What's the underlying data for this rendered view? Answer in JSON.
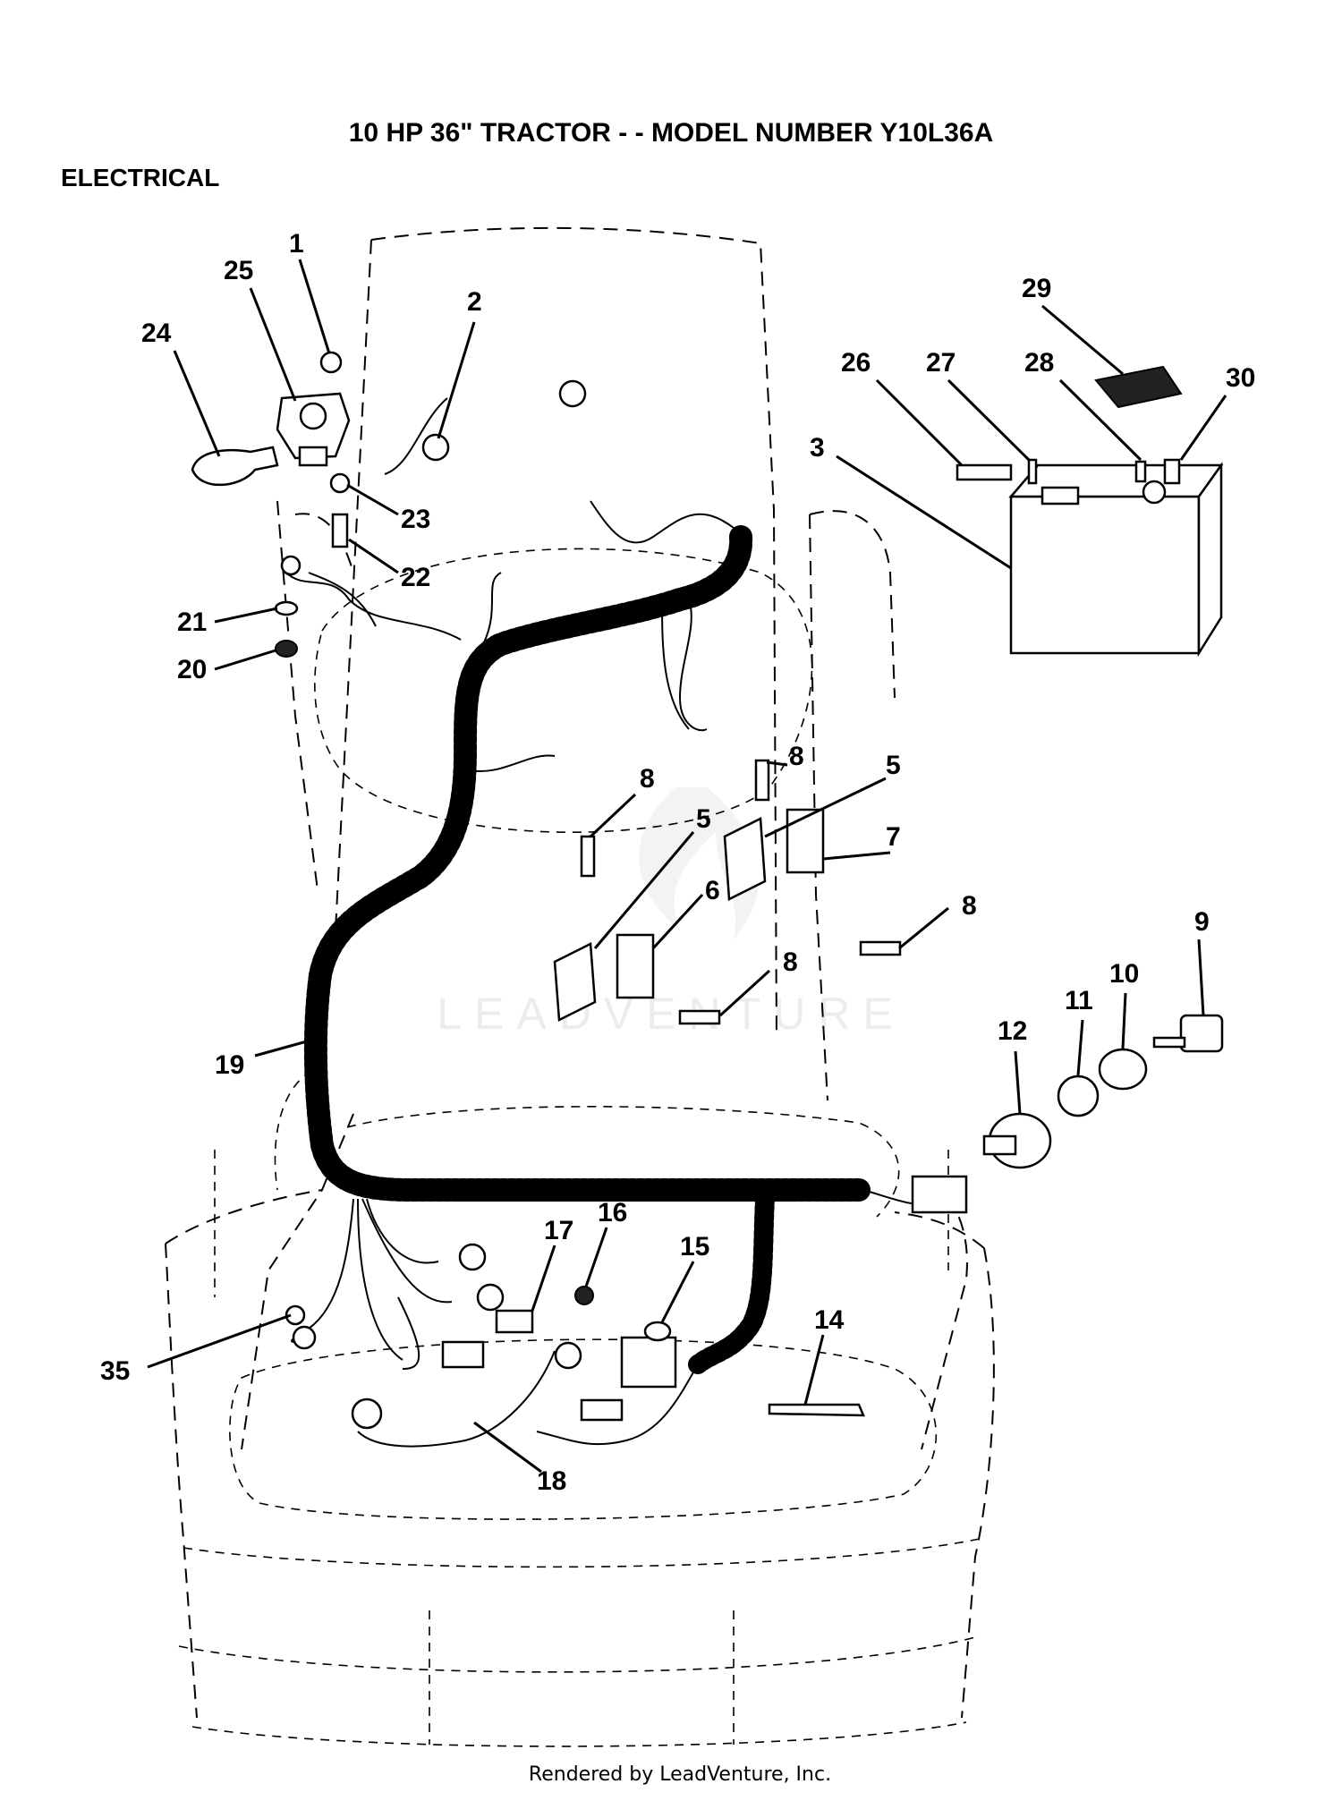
{
  "title": "10 HP 36\" TRACTOR - - MODEL NUMBER Y10L36A",
  "section": "ELECTRICAL",
  "watermark": "LEADVENTURE",
  "footer": "Rendered by LeadVenture, Inc.",
  "callouts": [
    {
      "label": "1"
    },
    {
      "label": "25"
    },
    {
      "label": "24"
    },
    {
      "label": "2"
    },
    {
      "label": "23"
    },
    {
      "label": "22"
    },
    {
      "label": "21"
    },
    {
      "label": "20"
    },
    {
      "label": "29"
    },
    {
      "label": "26"
    },
    {
      "label": "27"
    },
    {
      "label": "28"
    },
    {
      "label": "30"
    },
    {
      "label": "3"
    },
    {
      "label": "8"
    },
    {
      "label": "5"
    },
    {
      "label": "8"
    },
    {
      "label": "5"
    },
    {
      "label": "7"
    },
    {
      "label": "6"
    },
    {
      "label": "8"
    },
    {
      "label": "8"
    },
    {
      "label": "9"
    },
    {
      "label": "10"
    },
    {
      "label": "11"
    },
    {
      "label": "12"
    },
    {
      "label": "19"
    },
    {
      "label": "17"
    },
    {
      "label": "16"
    },
    {
      "label": "15"
    },
    {
      "label": "14"
    },
    {
      "label": "35"
    },
    {
      "label": "18"
    }
  ]
}
